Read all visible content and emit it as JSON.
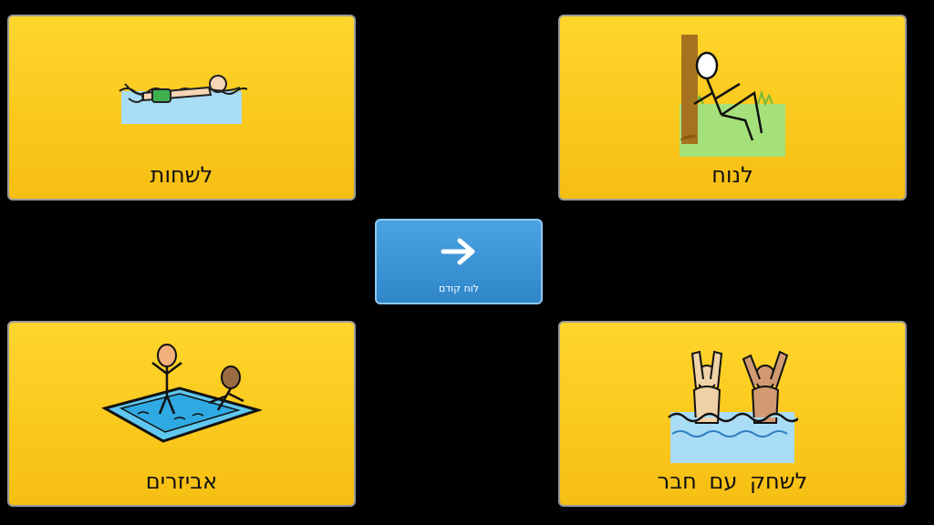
{
  "board": {
    "cards": {
      "swim": {
        "label": "לשחות",
        "icon": "swimming-person-icon"
      },
      "rest": {
        "label": "לנוח",
        "icon": "resting-person-icon"
      },
      "toys": {
        "label": "אביזרים",
        "icon": "pool-toys-icon"
      },
      "friend": {
        "label": "לשחק עם חבר",
        "icon": "play-with-friend-icon"
      }
    },
    "back_button": {
      "label": "לוח קודם",
      "icon": "arrow-right-icon"
    }
  },
  "colors": {
    "card": "#f9c61a",
    "back_button": "#3a93d6",
    "background": "#000000"
  }
}
